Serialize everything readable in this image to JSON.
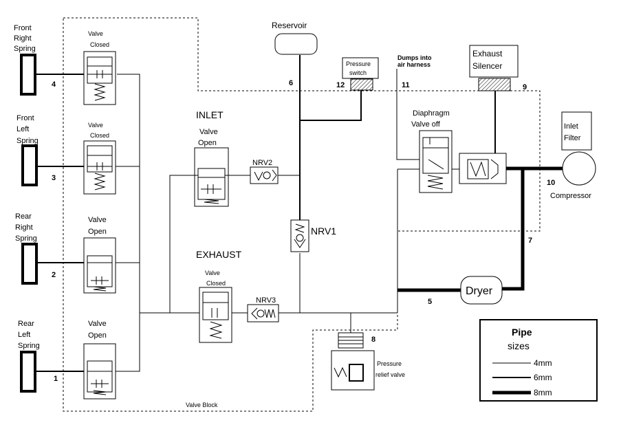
{
  "springs": [
    {
      "line1": "Front",
      "line2": "Right",
      "line3": "Spring",
      "pipe": "4"
    },
    {
      "line1": "Front",
      "line2": "Left",
      "line3": "Spring",
      "pipe": "3"
    },
    {
      "line1": "Rear",
      "line2": "Right",
      "line3": "Spring",
      "pipe": "2"
    },
    {
      "line1": "Rear",
      "line2": "Left",
      "line3": "Spring",
      "pipe": "1"
    }
  ],
  "corner_valves": [
    {
      "line1": "Valve",
      "line2": "Closed"
    },
    {
      "line1": "Valve",
      "line2": "Closed"
    },
    {
      "line1": "Valve",
      "line2": "Open"
    },
    {
      "line1": "Valve",
      "line2": "Open"
    }
  ],
  "valve_block": "Valve Block",
  "inlet": {
    "title": "INLET",
    "line1": "Valve",
    "line2": "Open"
  },
  "exhaust": {
    "title": "EXHAUST",
    "line1": "Valve",
    "line2": "Closed"
  },
  "nrv1": "NRV1",
  "nrv2": "NRV2",
  "nrv3": "NRV3",
  "reservoir": {
    "label": "Reservoir",
    "pipe": "6"
  },
  "pressure_switch": {
    "line1": "Pressure",
    "line2": "switch",
    "pipe": "12"
  },
  "dumps": {
    "line1": "Dumps into",
    "line2": "air harness",
    "pipe": "11"
  },
  "exhaust_silencer": {
    "line1": "Exhaust",
    "line2": "Silencer",
    "pipe": "9"
  },
  "diaphragm": {
    "line1": "Diaphragm",
    "line2": "Valve off"
  },
  "inlet_filter": {
    "line1": "Inlet",
    "line2": "Filter"
  },
  "compressor": {
    "label": "Compressor",
    "pipe": "10"
  },
  "dryer": {
    "label": "Dryer",
    "pipe_in": "5",
    "pipe_out": "7"
  },
  "relief": {
    "line1": "Pressure",
    "line2": "relief valve",
    "pipe": "8"
  },
  "legend": {
    "title1": "Pipe",
    "title2": "sizes",
    "items": [
      {
        "label": "4mm"
      },
      {
        "label": "6mm"
      },
      {
        "label": "8mm"
      }
    ]
  }
}
